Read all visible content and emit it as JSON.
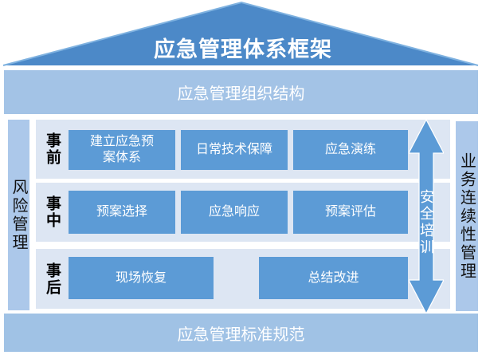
{
  "diagram": {
    "title": "应急管理体系框架",
    "top_bar": "应急管理组织结构",
    "left_bar": "风险管理",
    "right_bar": "业务连续性管理",
    "bottom_bar": "应急管理标准规范",
    "arrow_label": "安全培训",
    "rows": [
      {
        "label": "事前",
        "boxes": [
          "建立应急预案体系",
          "日常技术保障",
          "应急演练"
        ]
      },
      {
        "label": "事中",
        "boxes": [
          "预案选择",
          "应急响应",
          "预案评估"
        ]
      },
      {
        "label": "事后",
        "boxes": [
          "现场恢复",
          "总结改进"
        ]
      }
    ],
    "colors": {
      "roof": "#4C89C8",
      "roof_edge": "#7FB2E0",
      "horizontal_bar": "#A3C3E6",
      "side_bar": "#ACC8EA",
      "band": "#DDE6F3",
      "box": "#5C9BD6",
      "arrow": "#5C9BD6"
    }
  }
}
